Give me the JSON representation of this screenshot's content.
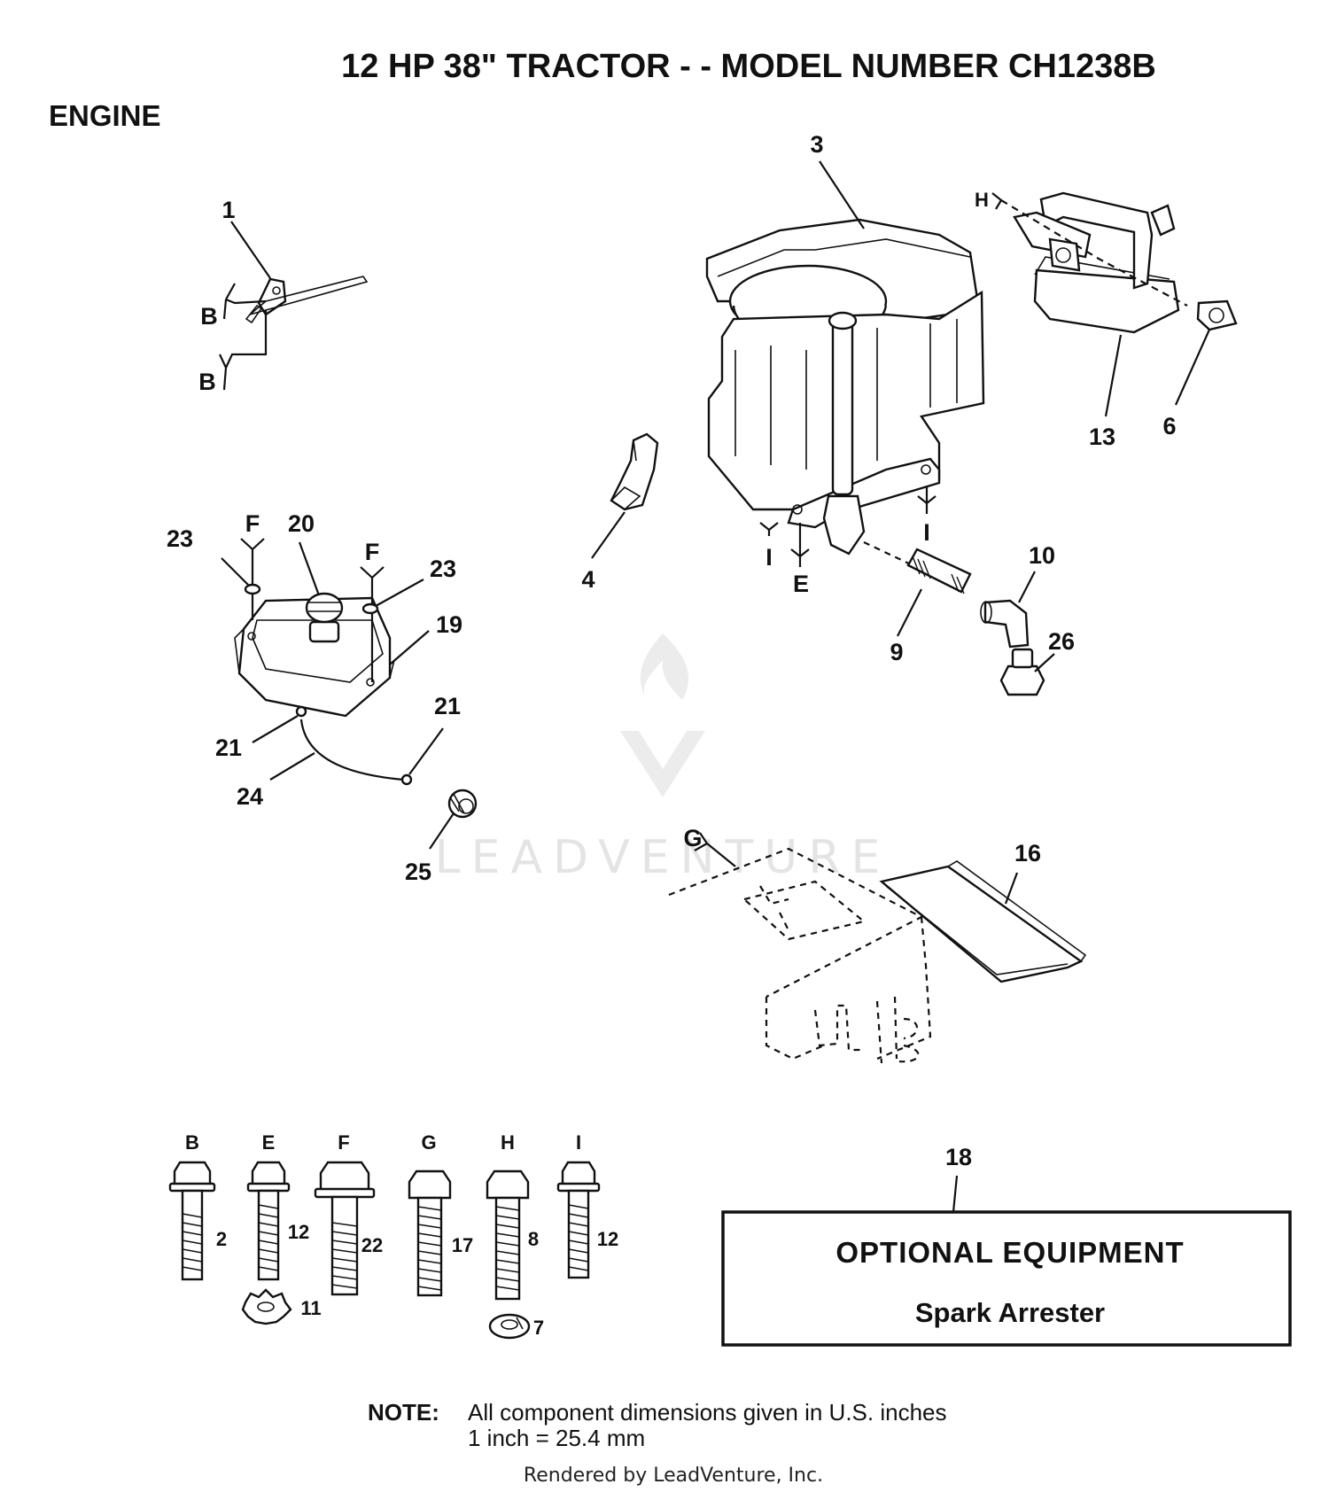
{
  "title": "12 HP 38\" TRACTOR - - MODEL NUMBER CH1238B",
  "section": "ENGINE",
  "callouts": {
    "c1": "1",
    "c3": "3",
    "c4": "4",
    "c6": "6",
    "c9": "9",
    "c10": "10",
    "c13": "13",
    "c16": "16",
    "c18": "18",
    "c19": "19",
    "c20": "20",
    "c21a": "21",
    "c21b": "21",
    "c23a": "23",
    "c23b": "23",
    "c24": "24",
    "c25": "25",
    "c26": "26"
  },
  "hardware_refs": {
    "b1": "B",
    "b2": "B",
    "e": "E",
    "f1": "F",
    "f2": "F",
    "g": "G",
    "h": "H",
    "i1": "I",
    "i2": "I"
  },
  "fasteners": [
    {
      "letter": "B",
      "part": "2"
    },
    {
      "letter": "E",
      "part": "12",
      "washer": "11"
    },
    {
      "letter": "F",
      "part": "22"
    },
    {
      "letter": "G",
      "part": "17"
    },
    {
      "letter": "H",
      "part": "8",
      "washer": "7"
    },
    {
      "letter": "I",
      "part": "12"
    }
  ],
  "optional_box": {
    "title": "OPTIONAL EQUIPMENT",
    "item": "Spark Arrester"
  },
  "note": {
    "label": "NOTE:",
    "line1": "All component dimensions given in U.S. inches",
    "line2": "1 inch = 25.4 mm"
  },
  "watermark": "LEADVENTURE",
  "footer": "Rendered by LeadVenture, Inc."
}
